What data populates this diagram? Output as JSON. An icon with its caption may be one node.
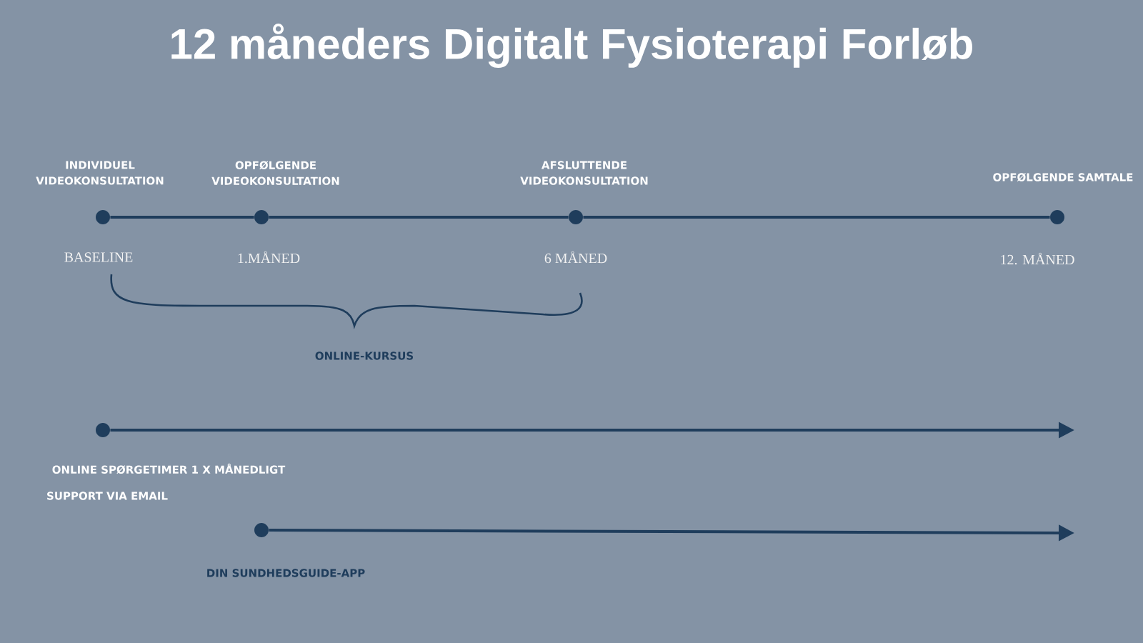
{
  "diagram": {
    "title": "12 måneders Digitalt Fysioterapi Forløb",
    "nodes": [
      {
        "text": [
          "INDIVIDUEL VIDEOKONSULTATION"
        ],
        "beside": [
          "BASELINE"
        ]
      },
      {
        "text": [
          "OPFØLGENDE VIDEOKONSULTATION"
        ],
        "beside": [
          "1.MÅNED"
        ]
      },
      {
        "text": [
          "AFSLUTTENDE VIDEOKONSULTATION"
        ],
        "beside": [
          "6 MÅNED"
        ]
      },
      {
        "text": [
          "OPFØLGENDE SAMTALE"
        ],
        "beside": [
          "12. MÅNED"
        ]
      },
      {
        "text": [
          "ONLINE SPØRGETIMER 1 X MÅNEDLIGT",
          "SUPPORT VIA EMAIL"
        ]
      },
      {
        "text": [
          "DIN SUNDHEDSGUIDE-APP"
        ]
      }
    ],
    "edges": [
      {
        "from": 0,
        "to": 1,
        "arrow": "none"
      },
      {
        "from": 1,
        "to": 2,
        "arrow": "none"
      },
      {
        "from": 2,
        "to": 3,
        "arrow": "none"
      },
      {
        "from": 4,
        "to": null,
        "arrow": "to"
      },
      {
        "from": 5,
        "to": null,
        "arrow": "to"
      }
    ],
    "labels": [
      "ONLINE-KURSUS"
    ]
  }
}
